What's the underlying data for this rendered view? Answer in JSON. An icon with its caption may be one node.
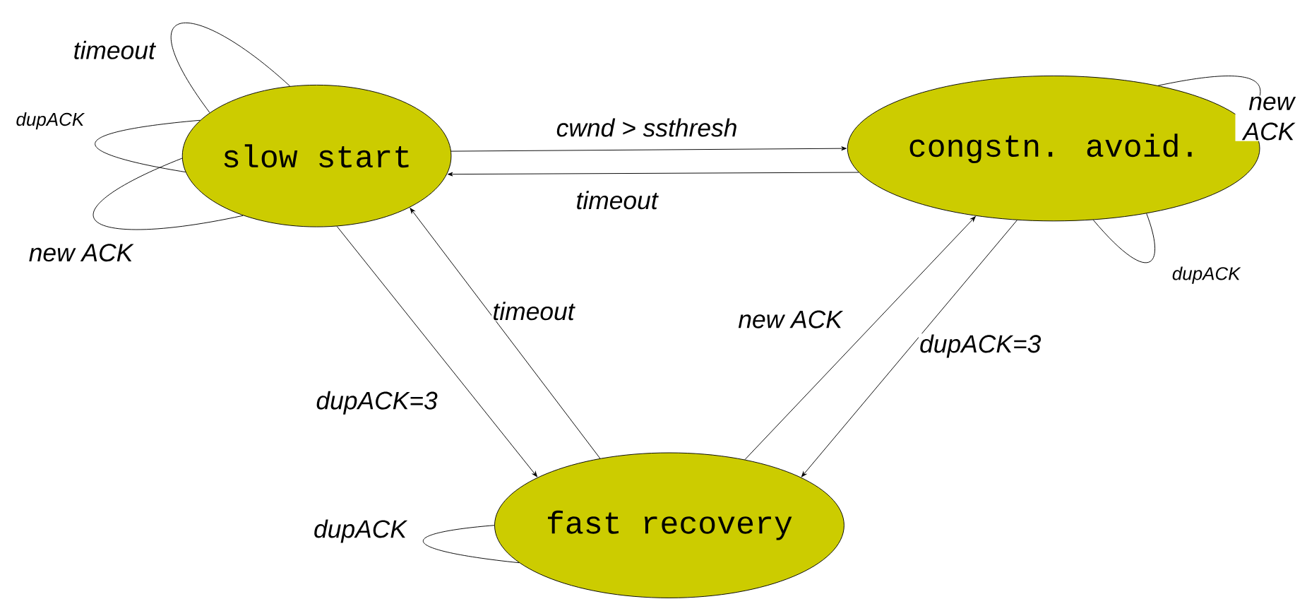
{
  "diagram": {
    "nodes": [
      {
        "text": [
          "slow start"
        ]
      },
      {
        "text": [
          "congstn. avoid."
        ]
      },
      {
        "text": [
          "fast recovery"
        ]
      }
    ],
    "edges": [
      {
        "from": 0,
        "to": 1,
        "arrow": "to",
        "label": "cwnd > ssthresh"
      },
      {
        "from": 1,
        "to": 0,
        "arrow": "to",
        "label": "timeout"
      },
      {
        "from": 0,
        "to": 2,
        "arrow": "to",
        "label": "dupACK=3"
      },
      {
        "from": 2,
        "to": 0,
        "arrow": "to",
        "label": "timeout"
      },
      {
        "from": 2,
        "to": 1,
        "arrow": "to",
        "label": "new ACK"
      },
      {
        "from": 1,
        "to": 2,
        "arrow": "to",
        "label": "dupACK=3"
      },
      {
        "from": 0,
        "to": 0,
        "arrow": "none",
        "label": "timeout"
      },
      {
        "from": 0,
        "to": 0,
        "arrow": "none",
        "label": "dupACK"
      },
      {
        "from": 0,
        "to": 0,
        "arrow": "none",
        "label": "new ACK"
      },
      {
        "from": 1,
        "to": 1,
        "arrow": "none",
        "label": "new ACK"
      },
      {
        "from": 1,
        "to": 1,
        "arrow": "none",
        "label": "dupACK"
      },
      {
        "from": 2,
        "to": 2,
        "arrow": "none",
        "label": "dupACK"
      }
    ]
  }
}
